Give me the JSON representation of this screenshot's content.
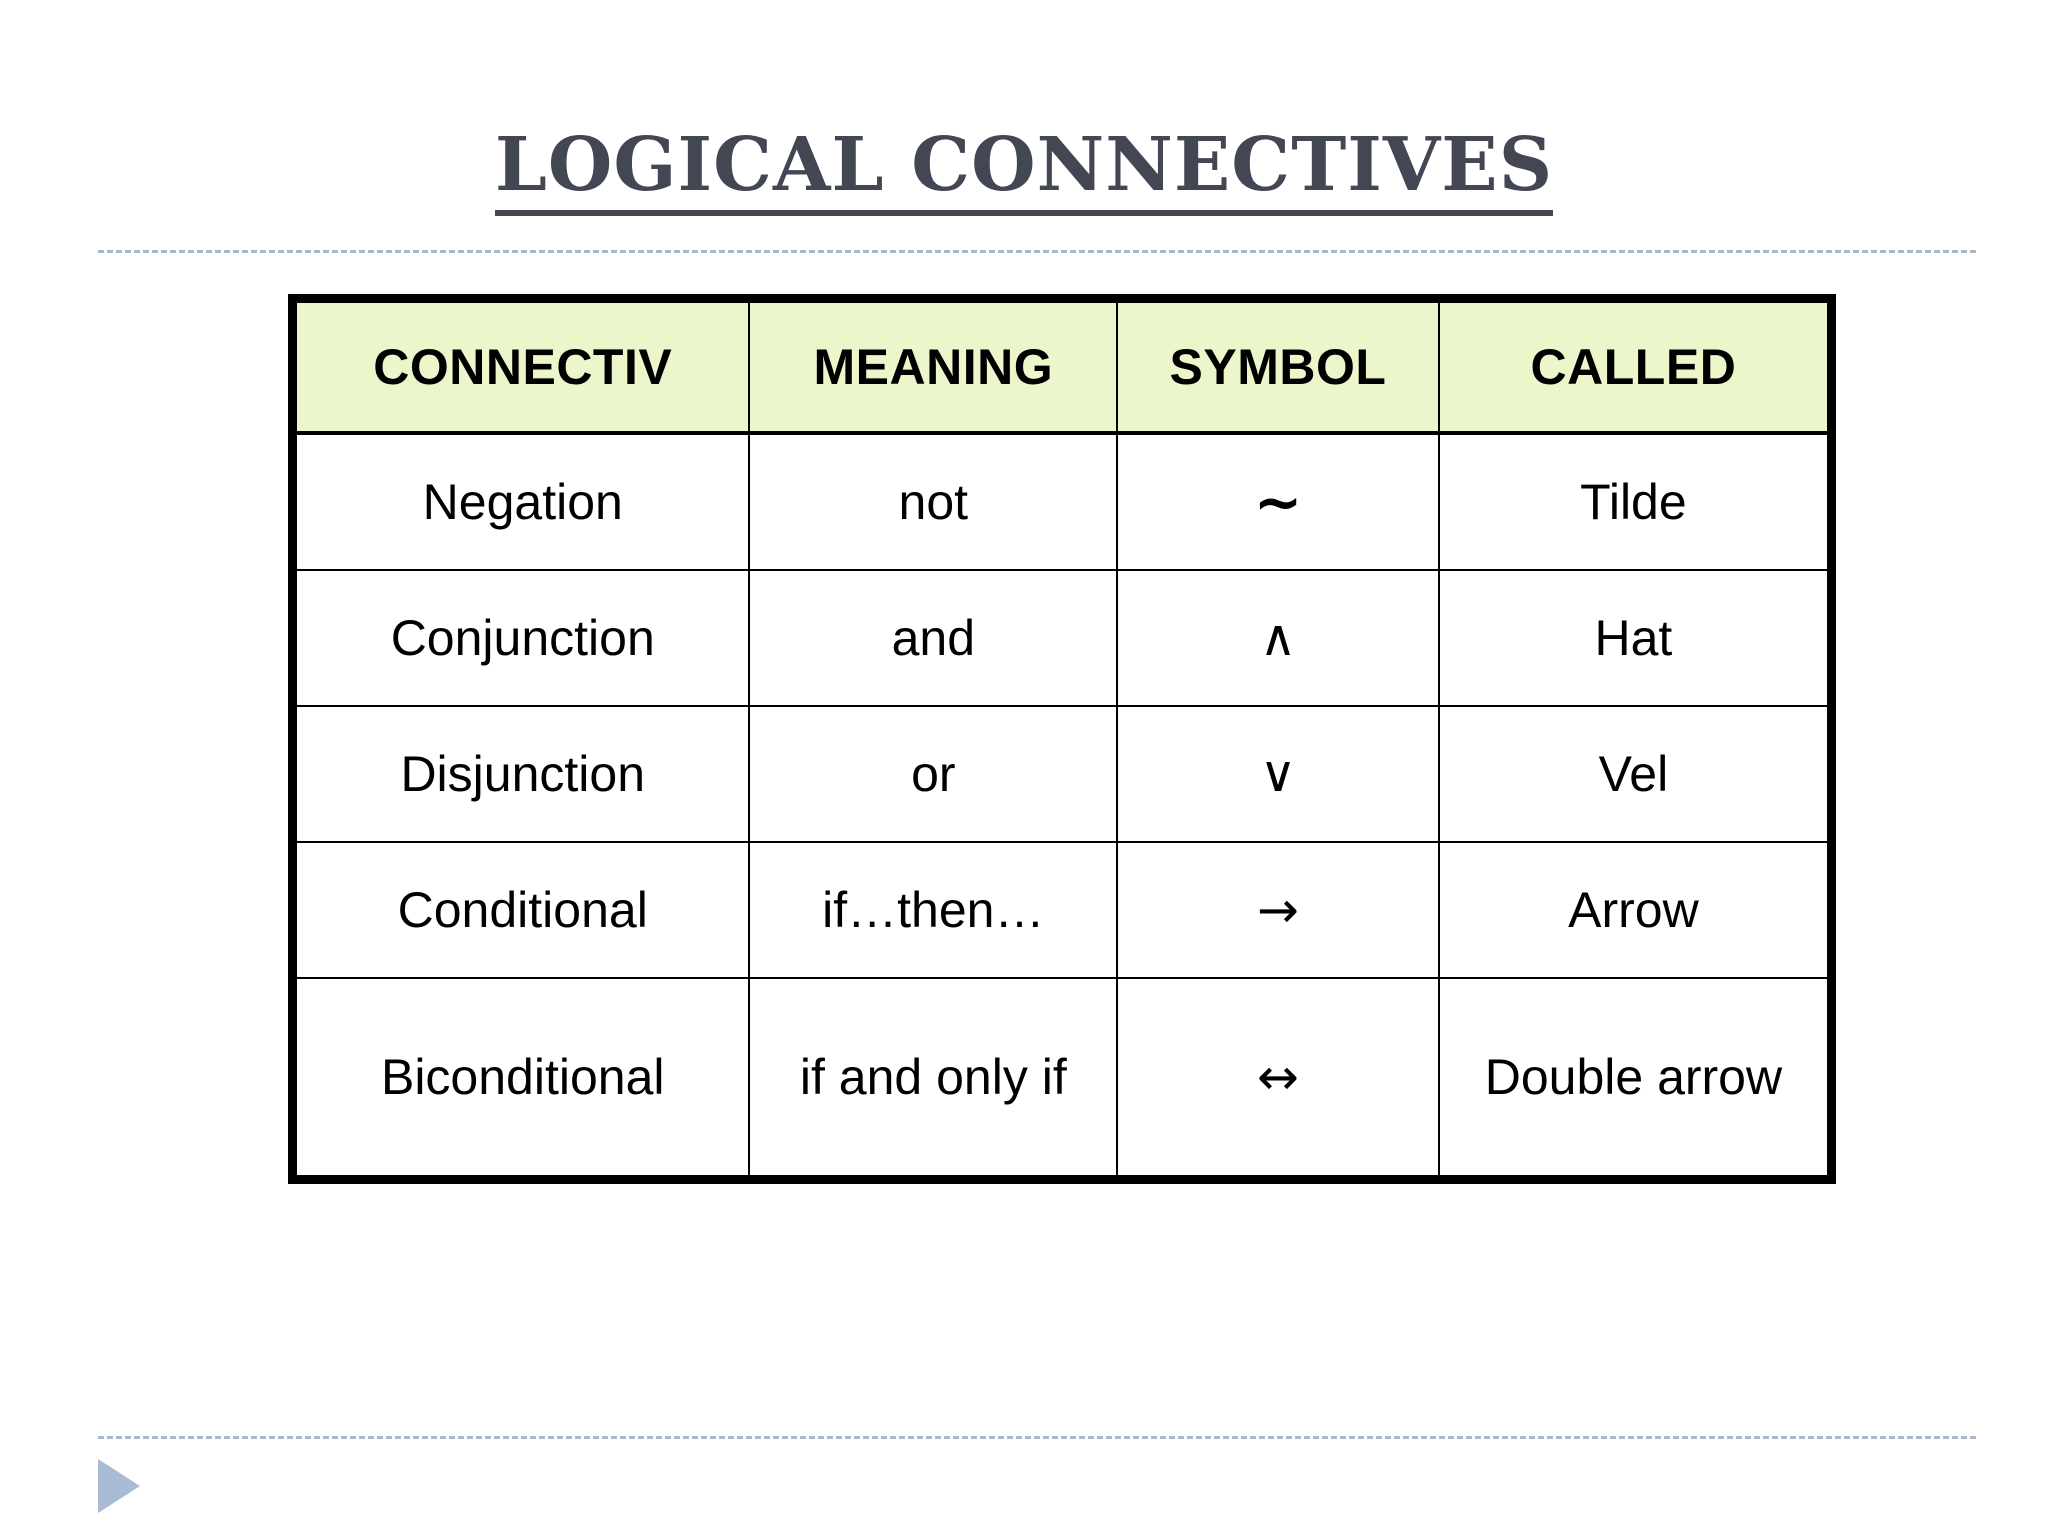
{
  "slide": {
    "title": "LOGICAL CONNECTIVES",
    "title_color": "#434754",
    "background": "#ffffff",
    "accent_dash_color": "#aab8cc",
    "triangle_color": "#a8bcd6",
    "triangle_icon": "play-triangle-icon"
  },
  "table": {
    "header_background": "#ebf7ca",
    "border_color": "#000000",
    "called_text_color": "#c00000",
    "columns": [
      "CONNECTIV",
      "MEANING",
      "SYMBOL",
      "CALLED"
    ],
    "rows": [
      {
        "connective": "Negation",
        "meaning": "not",
        "symbol": "~",
        "symbol_name": "tilde-symbol",
        "called": "Tilde"
      },
      {
        "connective": "Conjunction",
        "meaning": "and",
        "symbol": "∧",
        "symbol_name": "logical-and-symbol",
        "called": "Hat"
      },
      {
        "connective": "Disjunction",
        "meaning": "or",
        "symbol": "∨",
        "symbol_name": "logical-or-symbol",
        "called": "Vel"
      },
      {
        "connective": "Conditional",
        "meaning": "if…then…",
        "symbol": "→",
        "symbol_name": "right-arrow-symbol",
        "called": "Arrow"
      },
      {
        "connective": "Biconditional",
        "meaning": "if and only if",
        "symbol": "↔",
        "symbol_name": "double-arrow-symbol",
        "called": "Double arrow"
      }
    ]
  }
}
